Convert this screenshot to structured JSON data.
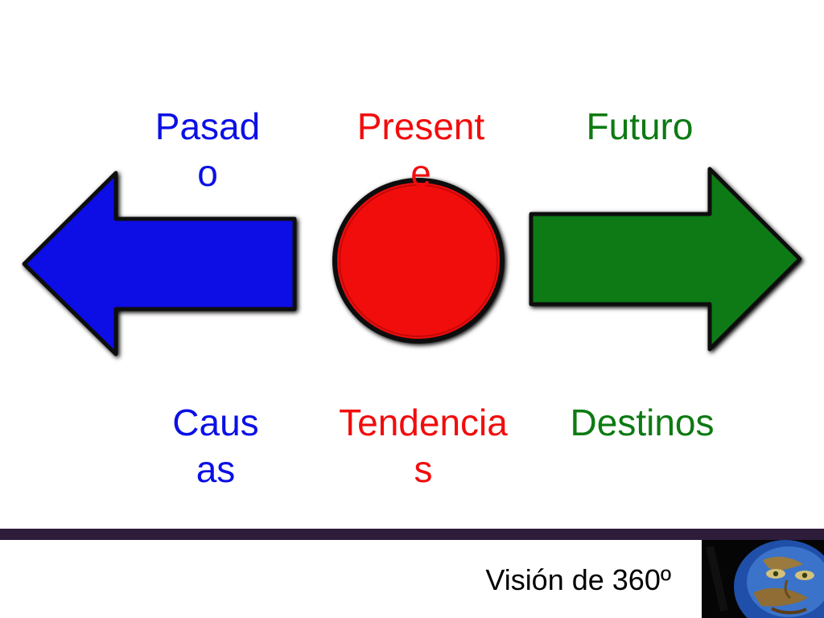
{
  "slide": {
    "top_labels": {
      "past": "Pasad\no",
      "present": "Present\ne",
      "future": "Futuro"
    },
    "bottom_labels": {
      "causes": "Caus\nas",
      "trends": "Tendencia\ns",
      "destinies": "Destinos"
    },
    "footer": {
      "title": "Visión de 360º"
    }
  },
  "colors": {
    "blue": "#0b10e6",
    "red": "#f20c0c",
    "green": "#0d7a12",
    "footer_bar": "#2e1c3b"
  },
  "icons": {
    "left_arrow": "left-arrow-icon",
    "circle": "present-circle-icon",
    "right_arrow": "right-arrow-icon",
    "logo": "globe-face-logo"
  }
}
